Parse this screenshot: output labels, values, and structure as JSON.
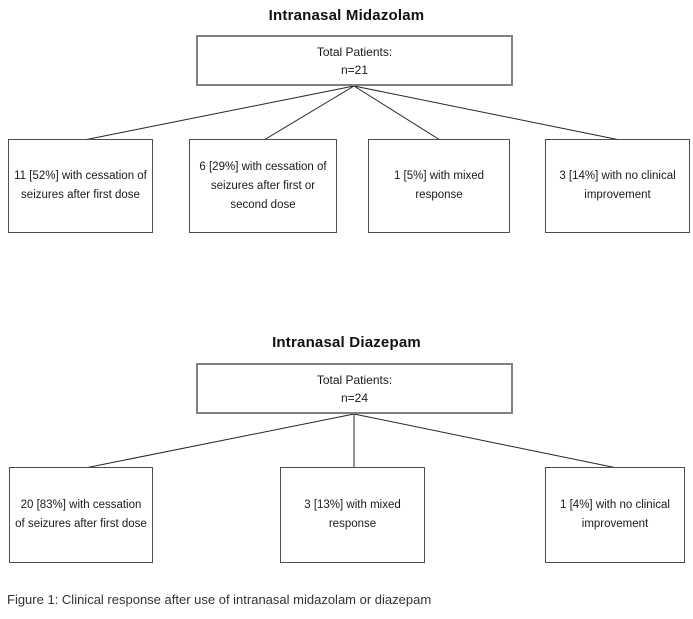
{
  "figure": {
    "caption": "Figure 1: Clinical response after use of intranasal midazolam or diazepam"
  },
  "colors": {
    "background": "#ffffff",
    "text": "#1a1a1a",
    "total_box_border": "#7f7f7f",
    "outcome_box_border": "#4d4d4d",
    "connector_line": "#262626"
  },
  "charts": [
    {
      "title": "Intranasal Midazolam",
      "total_box": {
        "label": "Total Patients:",
        "value": "n=21"
      },
      "total_n": 21,
      "outcomes": [
        {
          "n": 11,
          "percent": "52%",
          "label": "11 [52%] with cessation of seizures after first dose"
        },
        {
          "n": 6,
          "percent": "29%",
          "label": "6 [29%] with cessation of seizures after first or second dose"
        },
        {
          "n": 1,
          "percent": "5%",
          "label": "1 [5%] with mixed response"
        },
        {
          "n": 3,
          "percent": "14%",
          "label": "3 [14%] with no clinical improvement"
        }
      ]
    },
    {
      "title": "Intranasal Diazepam",
      "total_box": {
        "label": "Total Patients:",
        "value": "n=24"
      },
      "total_n": 24,
      "outcomes": [
        {
          "n": 20,
          "percent": "83%",
          "label": "20 [83%] with cessation of seizures after first dose"
        },
        {
          "n": 3,
          "percent": "13%",
          "label": "3 [13%] with mixed response"
        },
        {
          "n": 1,
          "percent": "4%",
          "label": "1 [4%] with no clinical improvement"
        }
      ]
    }
  ]
}
